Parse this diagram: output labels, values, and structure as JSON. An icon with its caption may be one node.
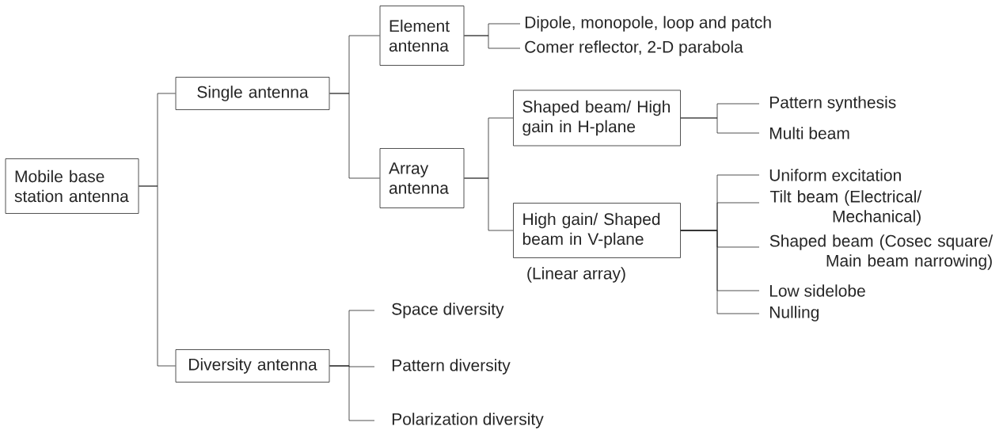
{
  "diagram": {
    "nodes": [
      {
        "text": [
          "Mobile base station antenna"
        ]
      },
      {
        "text": [
          "Single antenna"
        ]
      },
      {
        "text": [
          "Element antenna"
        ]
      },
      {
        "text": [
          "Dipole, monopole, loop and patch"
        ]
      },
      {
        "text": [
          "Comer reflector, 2-D parabola"
        ]
      },
      {
        "text": [
          "Array antenna"
        ]
      },
      {
        "text": [
          "Shaped beam/ High gain in H-plane"
        ]
      },
      {
        "text": [
          "Pattern synthesis"
        ]
      },
      {
        "text": [
          "Multi beam"
        ]
      },
      {
        "text": [
          "High gain/ Shaped beam in V-plane"
        ],
        "beside": [
          "(Linear array)"
        ]
      },
      {
        "text": [
          "Uniform excitation"
        ]
      },
      {
        "text": [
          "Tilt beam (Electrical/ Mechanical)"
        ]
      },
      {
        "text": [
          "Shaped beam (Cosec square/ Main beam narrowing)"
        ]
      },
      {
        "text": [
          "Low sidelobe"
        ]
      },
      {
        "text": [
          "Nulling"
        ]
      },
      {
        "text": [
          "Diversity antenna"
        ]
      },
      {
        "text": [
          "Space diversity"
        ]
      },
      {
        "text": [
          "Pattern diversity"
        ]
      },
      {
        "text": [
          "Polarization diversity"
        ]
      }
    ],
    "edges": [
      {
        "from": 0,
        "to": 1,
        "arrow": "none"
      },
      {
        "from": 0,
        "to": 15,
        "arrow": "none"
      },
      {
        "from": 1,
        "to": 2,
        "arrow": "none"
      },
      {
        "from": 1,
        "to": 5,
        "arrow": "none"
      },
      {
        "from": 2,
        "to": 3,
        "arrow": "none"
      },
      {
        "from": 2,
        "to": 4,
        "arrow": "none"
      },
      {
        "from": 5,
        "to": 6,
        "arrow": "none"
      },
      {
        "from": 5,
        "to": 9,
        "arrow": "none"
      },
      {
        "from": 6,
        "to": 7,
        "arrow": "none"
      },
      {
        "from": 6,
        "to": 8,
        "arrow": "none"
      },
      {
        "from": 9,
        "to": 10,
        "arrow": "none"
      },
      {
        "from": 9,
        "to": 11,
        "arrow": "none"
      },
      {
        "from": 9,
        "to": 12,
        "arrow": "none"
      },
      {
        "from": 9,
        "to": 13,
        "arrow": "none"
      },
      {
        "from": 9,
        "to": 14,
        "arrow": "none"
      },
      {
        "from": 15,
        "to": 16,
        "arrow": "none"
      },
      {
        "from": 15,
        "to": 17,
        "arrow": "none"
      },
      {
        "from": 15,
        "to": 18,
        "arrow": "none"
      }
    ]
  }
}
